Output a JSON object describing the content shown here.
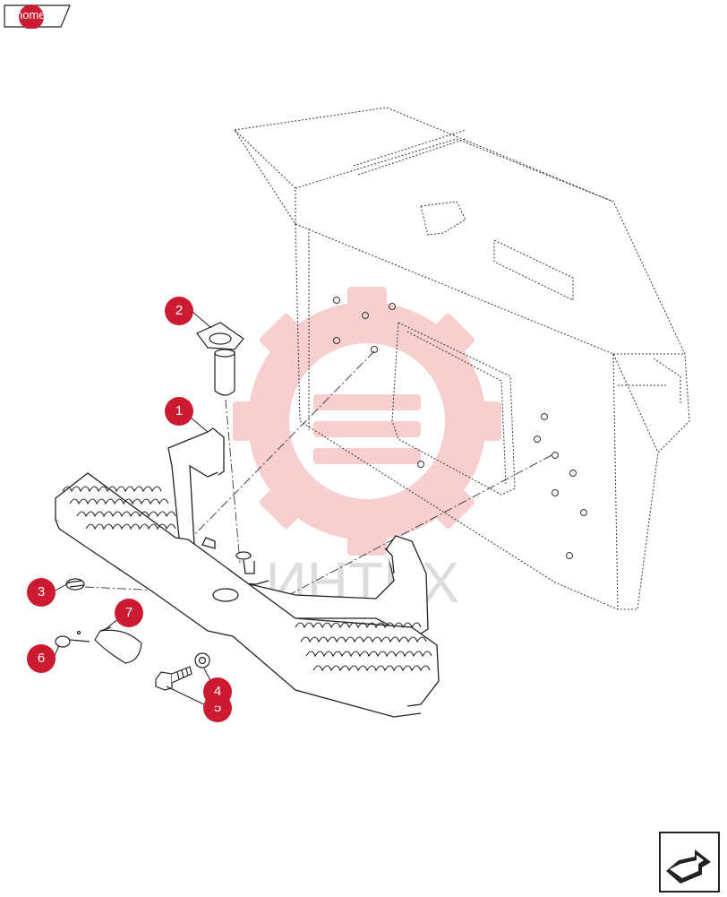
{
  "home": {
    "label": "home"
  },
  "watermark": {
    "text": "ИНТЕХ"
  },
  "callouts": [
    "1",
    "2",
    "3",
    "4",
    "5",
    "6",
    "7"
  ],
  "colors": {
    "callout": "#cc1a30",
    "watermark": "#f3a8a8",
    "line": "#222222"
  },
  "icons": {
    "nav": "next-page-arrow-icon"
  }
}
